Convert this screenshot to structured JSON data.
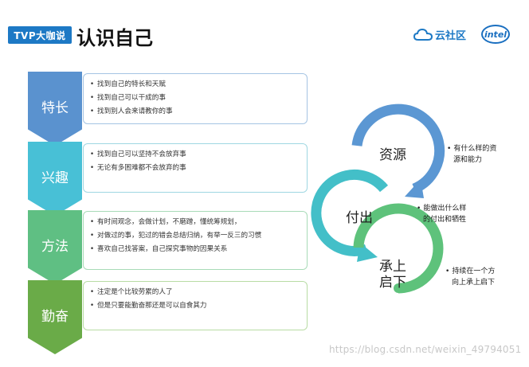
{
  "header": {
    "logo_text": "TVP大咖说",
    "title": "认识自己",
    "cloud_brand": "云社区",
    "intel_brand": "intel"
  },
  "left_sections": [
    {
      "label": "特长",
      "items": [
        "找到自己的特长和天赋",
        "找到自己可以干成的事",
        "找到别人会来请教你的事"
      ]
    },
    {
      "label": "兴趣",
      "items": [
        "找到自己可以坚持不会放弃事",
        "无论有多困难都不会放弃的事"
      ]
    },
    {
      "label": "方法",
      "items": [
        "有时间观念，会做计划，不磨蹭，懂统筹规划，",
        "对做过的事，犯过的错会总结归纳，有举一反三的习惯",
        "喜欢自己找答案，自己探究事物的因果关系"
      ]
    },
    {
      "label": "勤奋",
      "items": [
        "注定是个比较劳累的人了",
        "但是只要能勤奋那还是可以自食其力"
      ]
    }
  ],
  "cycle": {
    "nodes": [
      {
        "label": "资源",
        "note_lines": [
          "有什么样的资",
          "源和能力"
        ]
      },
      {
        "label": "付出",
        "note_lines": [
          "能做出什么样",
          "的付出和牺牲"
        ]
      },
      {
        "label_lines": [
          "承上",
          "启下"
        ],
        "note_lines": [
          "持续在一个方",
          "向上承上启下"
        ]
      }
    ],
    "colors": {
      "blue": "#5b97d3",
      "teal": "#43bfc8",
      "green": "#5ec27b"
    }
  },
  "watermark": "https://blog.csdn.net/weixin_49794051"
}
